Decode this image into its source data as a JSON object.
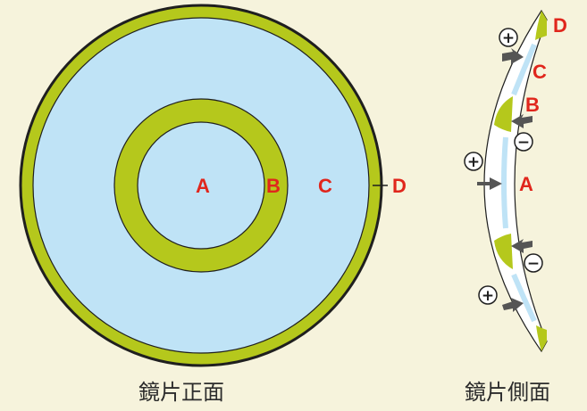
{
  "labels": {
    "front": {
      "a": "A",
      "b": "B",
      "c": "C",
      "d": "D"
    },
    "side": {
      "a": "A",
      "b": "B",
      "c": "C",
      "d": "D",
      "plus": "+",
      "minus": "−"
    }
  },
  "captions": {
    "front": "鏡片正面",
    "side": "鏡片側面"
  },
  "colors": {
    "background": "#f6f3dc",
    "zone_ring": "#b5c81c",
    "zone_clear": "#bfe3f6",
    "outline": "#1f1f1f",
    "label": "#e0261c",
    "lens_body": "#ffffff",
    "arrow": "#555555"
  }
}
